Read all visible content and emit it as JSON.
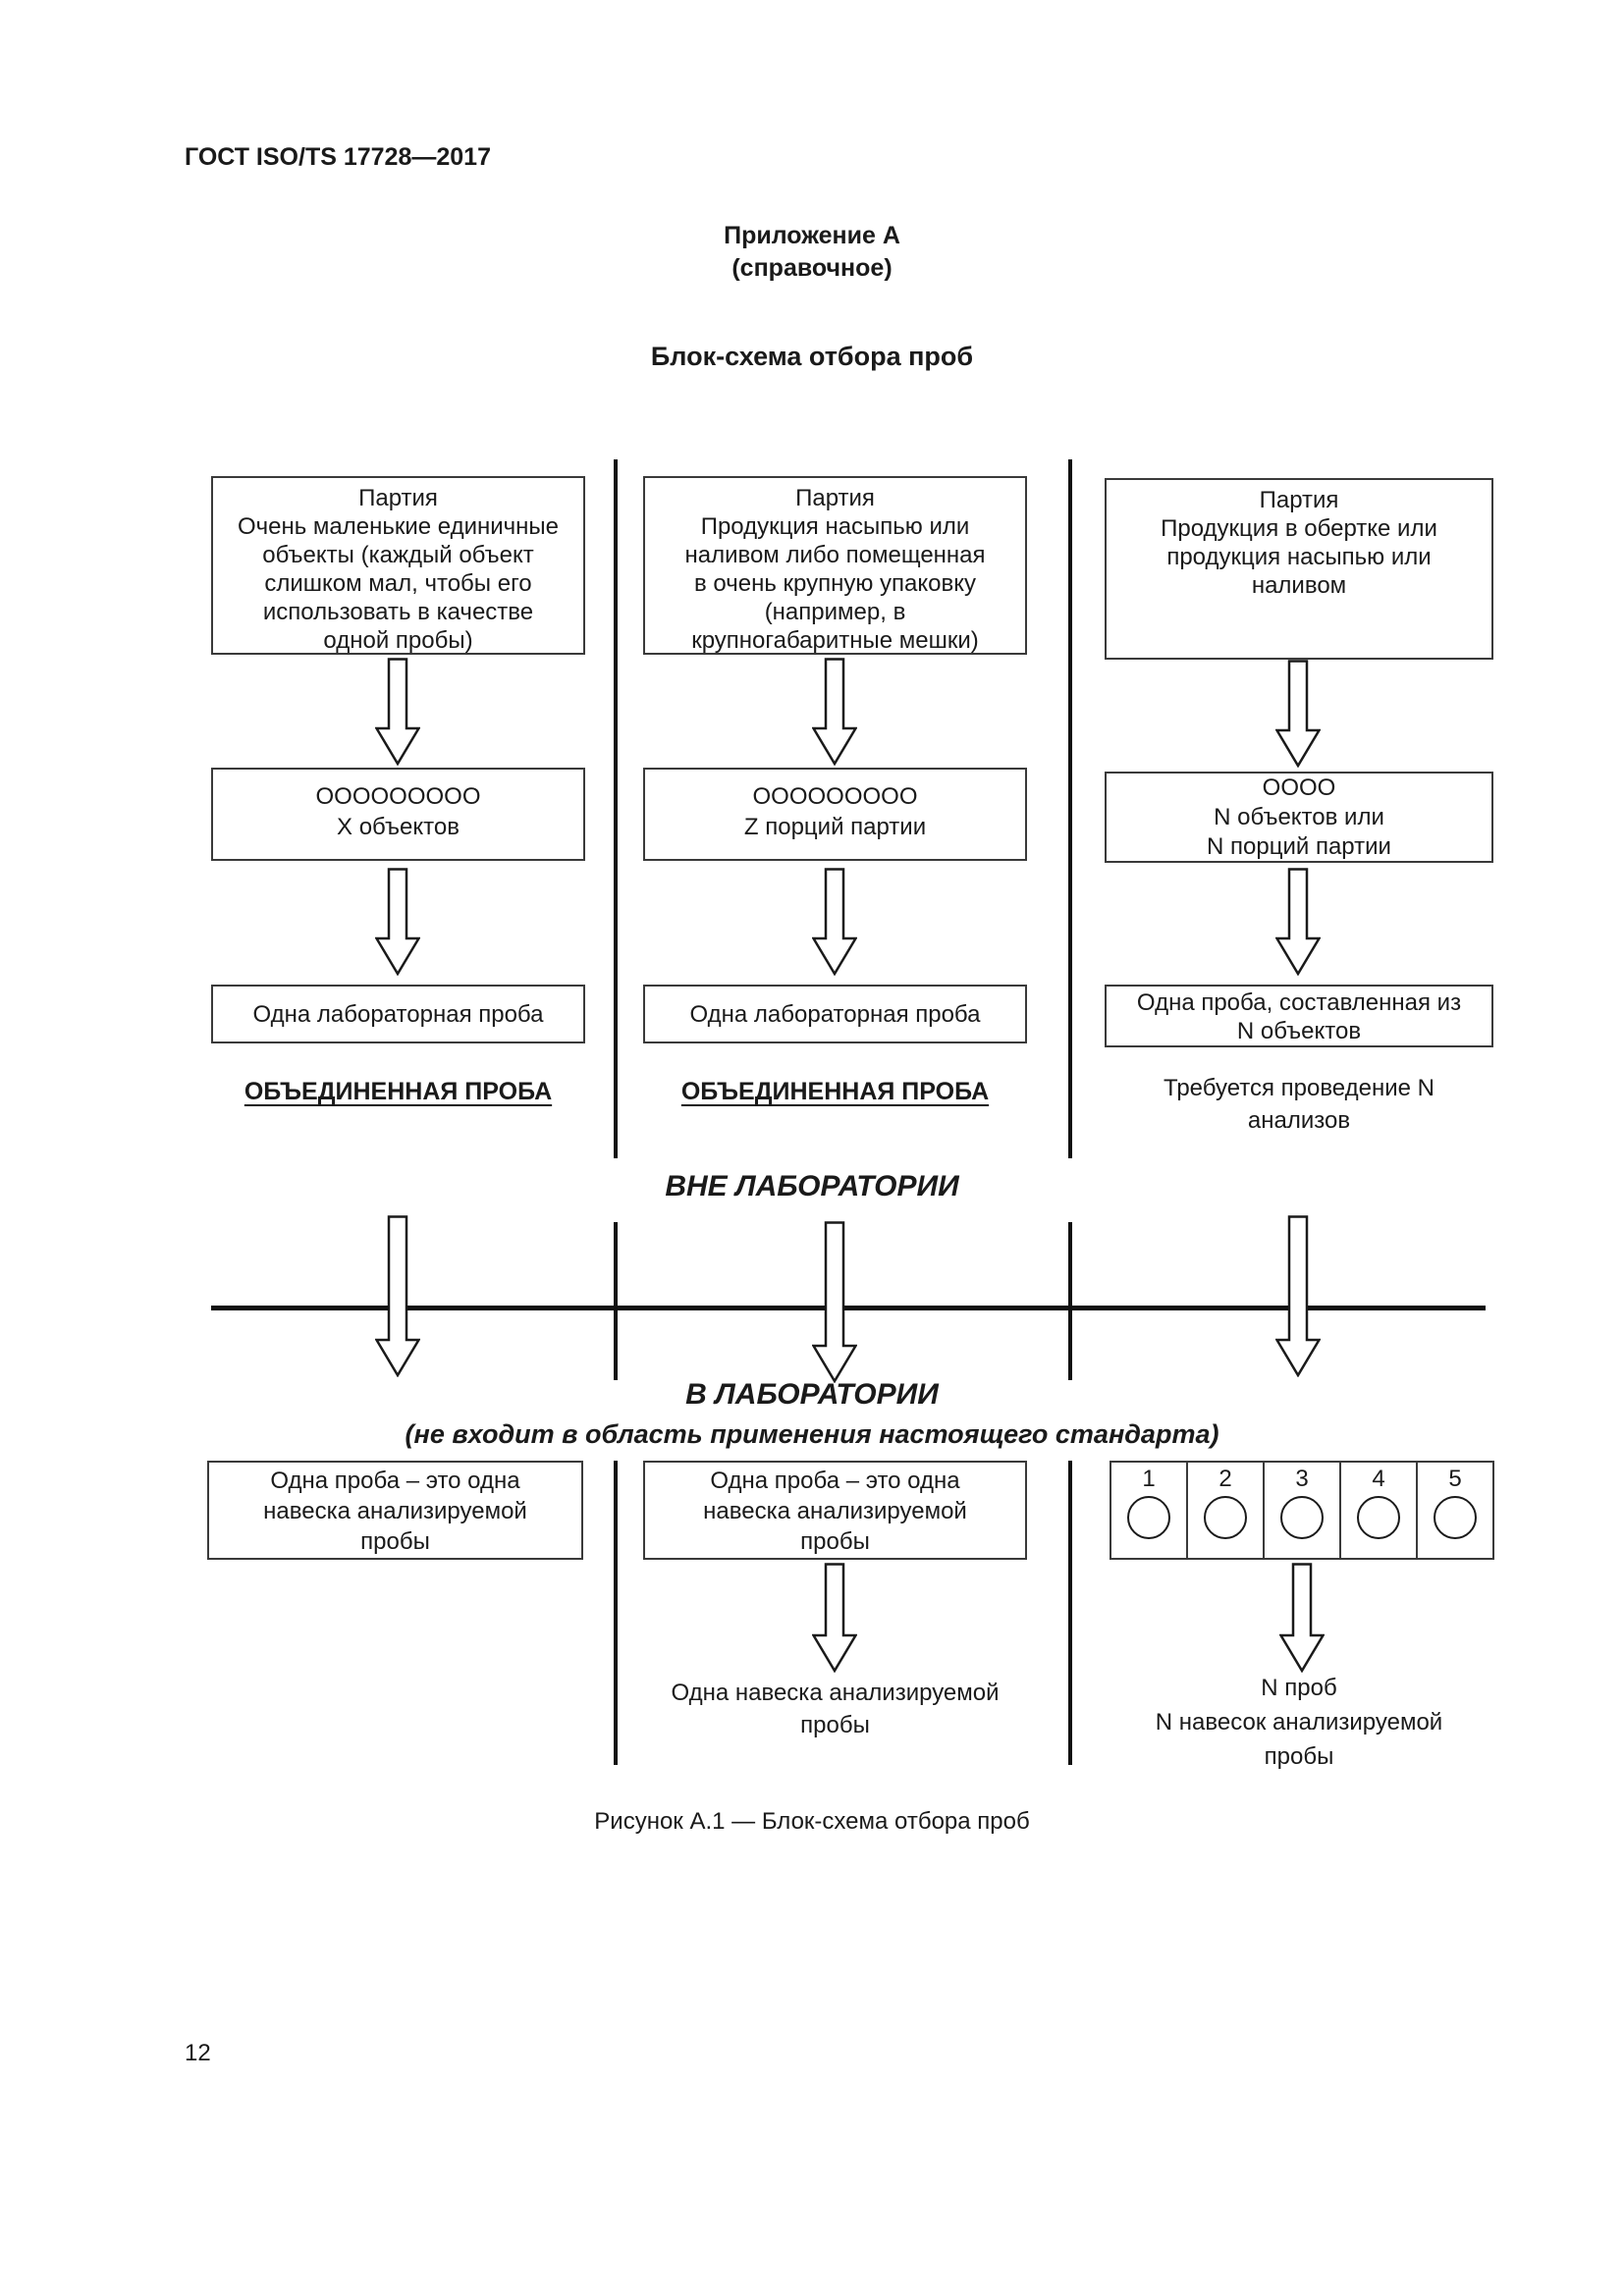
{
  "page": {
    "doc_header": "ГОСТ ISO/TS 17728—2017",
    "appendix_title": "Приложение А",
    "appendix_type": "(справочное)",
    "section_title": "Блок-схема отбора проб",
    "figure_caption": "Рисунок А.1 — Блок-схема отбора проб",
    "page_number": "12"
  },
  "flowchart": {
    "outside_lab_label": "ВНЕ ЛАБОРАТОРИИ",
    "inside_lab_label": "В ЛАБОРАТОРИИ",
    "inside_lab_note": "(не входит в область применения настоящего стандарта)",
    "columns": [
      {
        "lot": "Партия\nОчень маленькие единичные\nобъекты (каждый объект\nслишком мал, чтобы его\nиспользовать в качестве\nодной пробы)",
        "units": "ООООООООО\nХ объектов",
        "lab_sample": "Одна лабораторная проба",
        "result_label": "ОБЪЕДИНЕННАЯ ПРОБА",
        "in_lab_box": "Одна проба – это одна\nнавеска анализируемой\nпробы"
      },
      {
        "lot": "Партия\nПродукция насыпью или\nналивом либо помещенная\nв очень крупную упаковку\n(например, в\nкрупногабаритные мешки)",
        "units": "ООООООООО\nZ порций партии",
        "lab_sample": "Одна лабораторная проба",
        "result_label": "ОБЪЕДИНЕННАЯ ПРОБА",
        "in_lab_box": "Одна проба – это одна\nнавеска анализируемой\nпробы",
        "in_lab_result": "Одна навеска анализируемой\nпробы"
      },
      {
        "lot": "Партия\nПродукция в обертке или\nпродукция насыпью или\nналивом",
        "units": "ОООО\nN объектов или\nN порций партии",
        "lab_sample": "Одна проба, составленная из\nN объектов",
        "result_label": "Требуется проведение N\nанализов",
        "cells": [
          "1",
          "2",
          "3",
          "4",
          "5"
        ],
        "in_lab_result": "N проб\nN навесок анализируемой\nпробы"
      }
    ]
  },
  "colors": {
    "ink": "#1a1a1a",
    "line": "#111111",
    "border": "#3a3a3a"
  }
}
